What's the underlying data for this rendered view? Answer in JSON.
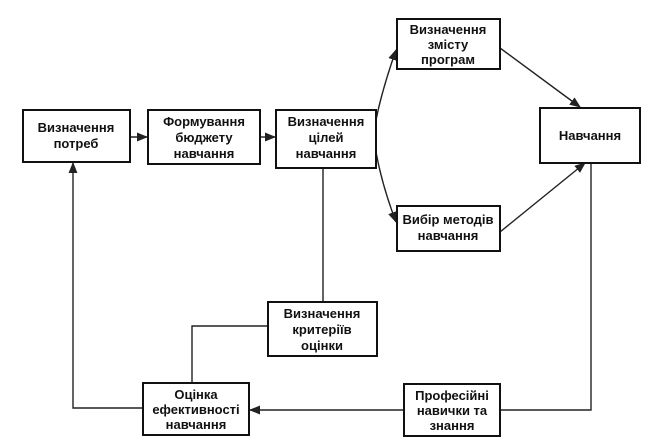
{
  "nodes": {
    "needs": [
      "Визначення",
      "потреб"
    ],
    "budget": [
      "Формування",
      "бюджету",
      "навчання"
    ],
    "goals": [
      "Визначення",
      "цілей",
      "навчання"
    ],
    "content": [
      "Визначення",
      "змісту",
      "програм"
    ],
    "methods": [
      "Вибір методів",
      "навчання"
    ],
    "training": [
      "Навчання"
    ],
    "criteria": [
      "Визначення",
      "критеріїв",
      "оцінки"
    ],
    "evaluation": [
      "Оцінка",
      "ефективності",
      "навчання"
    ],
    "skills": [
      "Професійні",
      "навички та",
      "знання"
    ]
  }
}
